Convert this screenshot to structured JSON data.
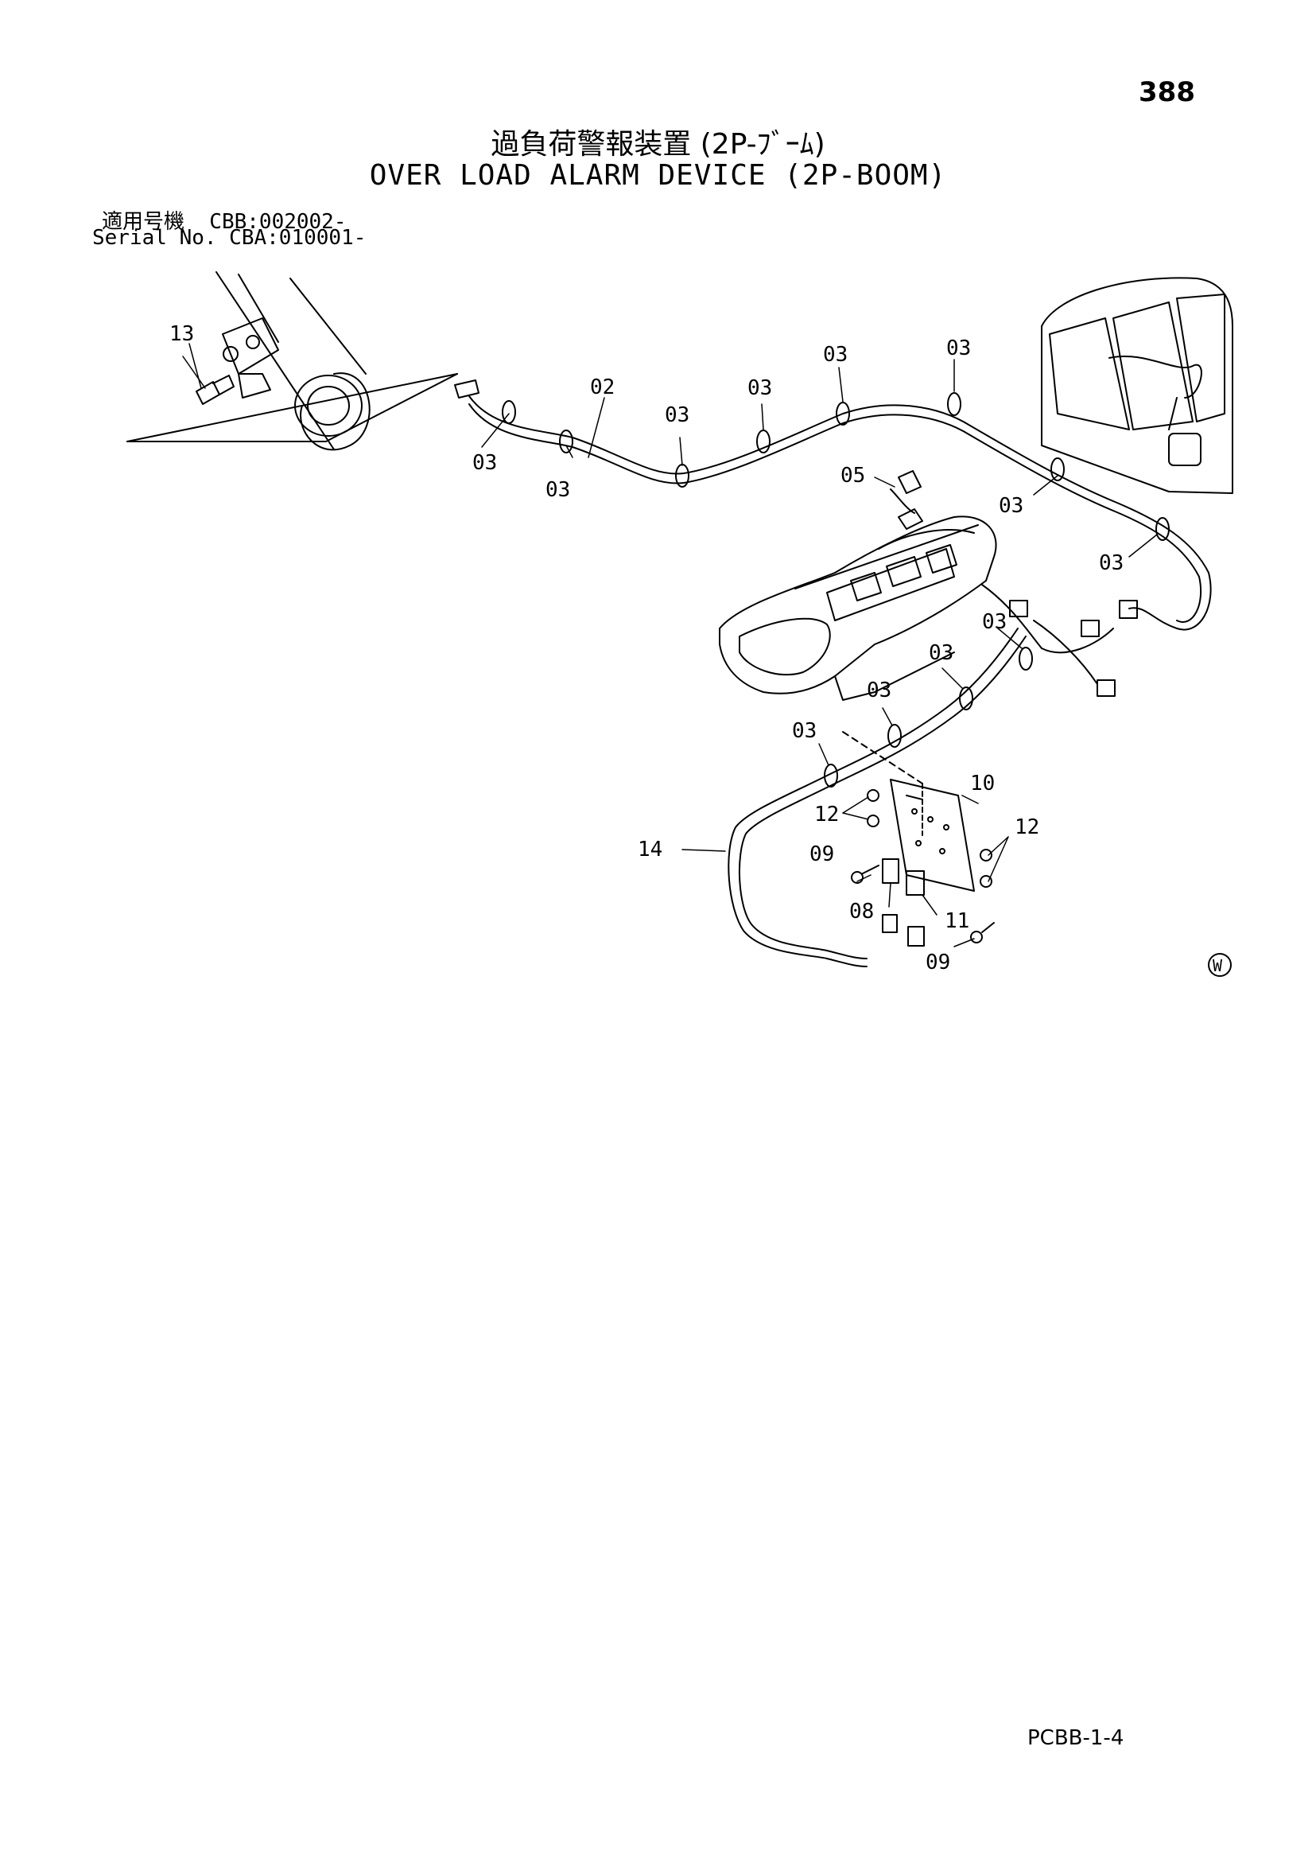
{
  "page_number": "388",
  "title_jp": "過負荷警報装置 (2P-ﾌﾞｰﾑ)",
  "title_en": "OVER LOAD ALARM DEVICE (2P-BOOM)",
  "serial_line_1": "適用号機  CBB:002002-",
  "serial_line_2": "Serial No. CBA:010001-",
  "footer_code": "PCBB-1-4",
  "mark_w": "W",
  "callouts": {
    "p13": "13",
    "p02": "02",
    "p03": "03",
    "p05": "05",
    "p08": "08",
    "p09": "09",
    "p10": "10",
    "p11": "11",
    "p12": "12",
    "p14": "14"
  }
}
